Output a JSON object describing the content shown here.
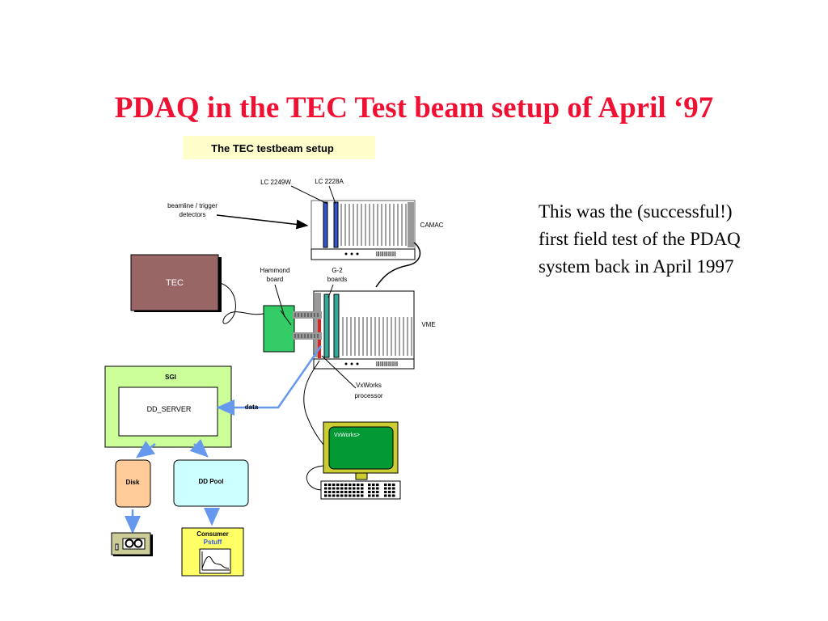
{
  "slide": {
    "title": "PDAQ in the TEC Test beam setup of April ‘97",
    "side_text": "This was the (successful!) first field test of the PDAQ system back in April 1997",
    "title_color": "#ee1133"
  },
  "diagram": {
    "header": "The TEC testbeam setup",
    "labels": {
      "lc2249w": "LC 2249W",
      "lc2228a": "LC 2228A",
      "beamline_1": "beamline / trigger",
      "beamline_2": "detectors",
      "camac": "CAMAC",
      "tec": "TEC",
      "hammond_1": "Hammond",
      "hammond_2": "board",
      "g2_1": "G-2",
      "g2_2": "boards",
      "vme": "VME",
      "vxworks_1": "VxWorks",
      "vxworks_2": "processor",
      "sgi": "SGI",
      "dd_server": "DD_SERVER",
      "data": "data",
      "disk": "Disk",
      "dd_pool": "DD Pool",
      "consumer": "Consumer",
      "pstuff": "Pstuff",
      "prompt": "VxWorks>"
    },
    "colors": {
      "header_bg": "#ffffcc",
      "tec_fill": "#996666",
      "hammond_fill": "#33cc66",
      "sgi_fill": "#ccff99",
      "disk_fill": "#ffcc99",
      "pool_fill": "#ccffff",
      "consumer_fill": "#ffff66",
      "monitor_fill": "#cccc33",
      "screen_fill": "#009933",
      "arrow_blue": "#6699ee",
      "g2_teal": "#33aa99",
      "module_blue": "#3355cc"
    }
  }
}
